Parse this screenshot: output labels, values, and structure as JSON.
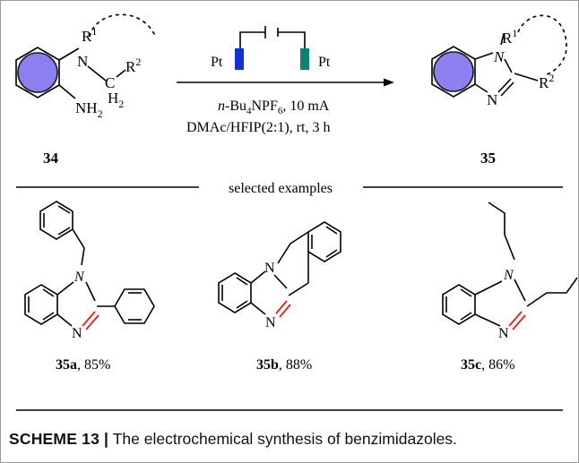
{
  "scheme": {
    "reactant": {
      "number": "34",
      "labels": {
        "r1": "R",
        "r1_sup": "1",
        "r2": "R",
        "r2_sup": "2",
        "n": "N",
        "c": "C",
        "h2": "H",
        "h2_sub": "2",
        "nh2": "NH",
        "nh2_sub": "2"
      }
    },
    "product": {
      "number": "35",
      "labels": {
        "r1": "R",
        "r1_sup": "1",
        "r2": "R",
        "r2_sup": "2",
        "n1": "N",
        "n3": "N"
      }
    },
    "electrode_left": "Pt",
    "electrode_right": "Pt",
    "conditions": {
      "line1_prefix": "n",
      "line1_main": "-Bu",
      "line1_sub1": "4",
      "line1_mid": "NPF",
      "line1_sub2": "6",
      "line1_end": ", 10 mA",
      "line2": "DMAc/HFIP(2:1), rt, 3 h"
    },
    "divider_label": "selected examples",
    "examples": [
      {
        "id": "35a",
        "yield": ", 85%"
      },
      {
        "id": "35b",
        "yield": ", 88%"
      },
      {
        "id": "35c",
        "yield": ", 86%"
      }
    ],
    "atom_labels": {
      "n": "N"
    }
  },
  "caption": {
    "label": "SCHEME 13 |",
    "text": " The electrochemical synthesis of benzimidazoles."
  },
  "colors": {
    "circle": "#8c7ff0",
    "circle_stroke": "#1a1a1a",
    "anode": "#1030d8",
    "cathode": "#0f8075",
    "bond_highlight": "#e0201a"
  }
}
